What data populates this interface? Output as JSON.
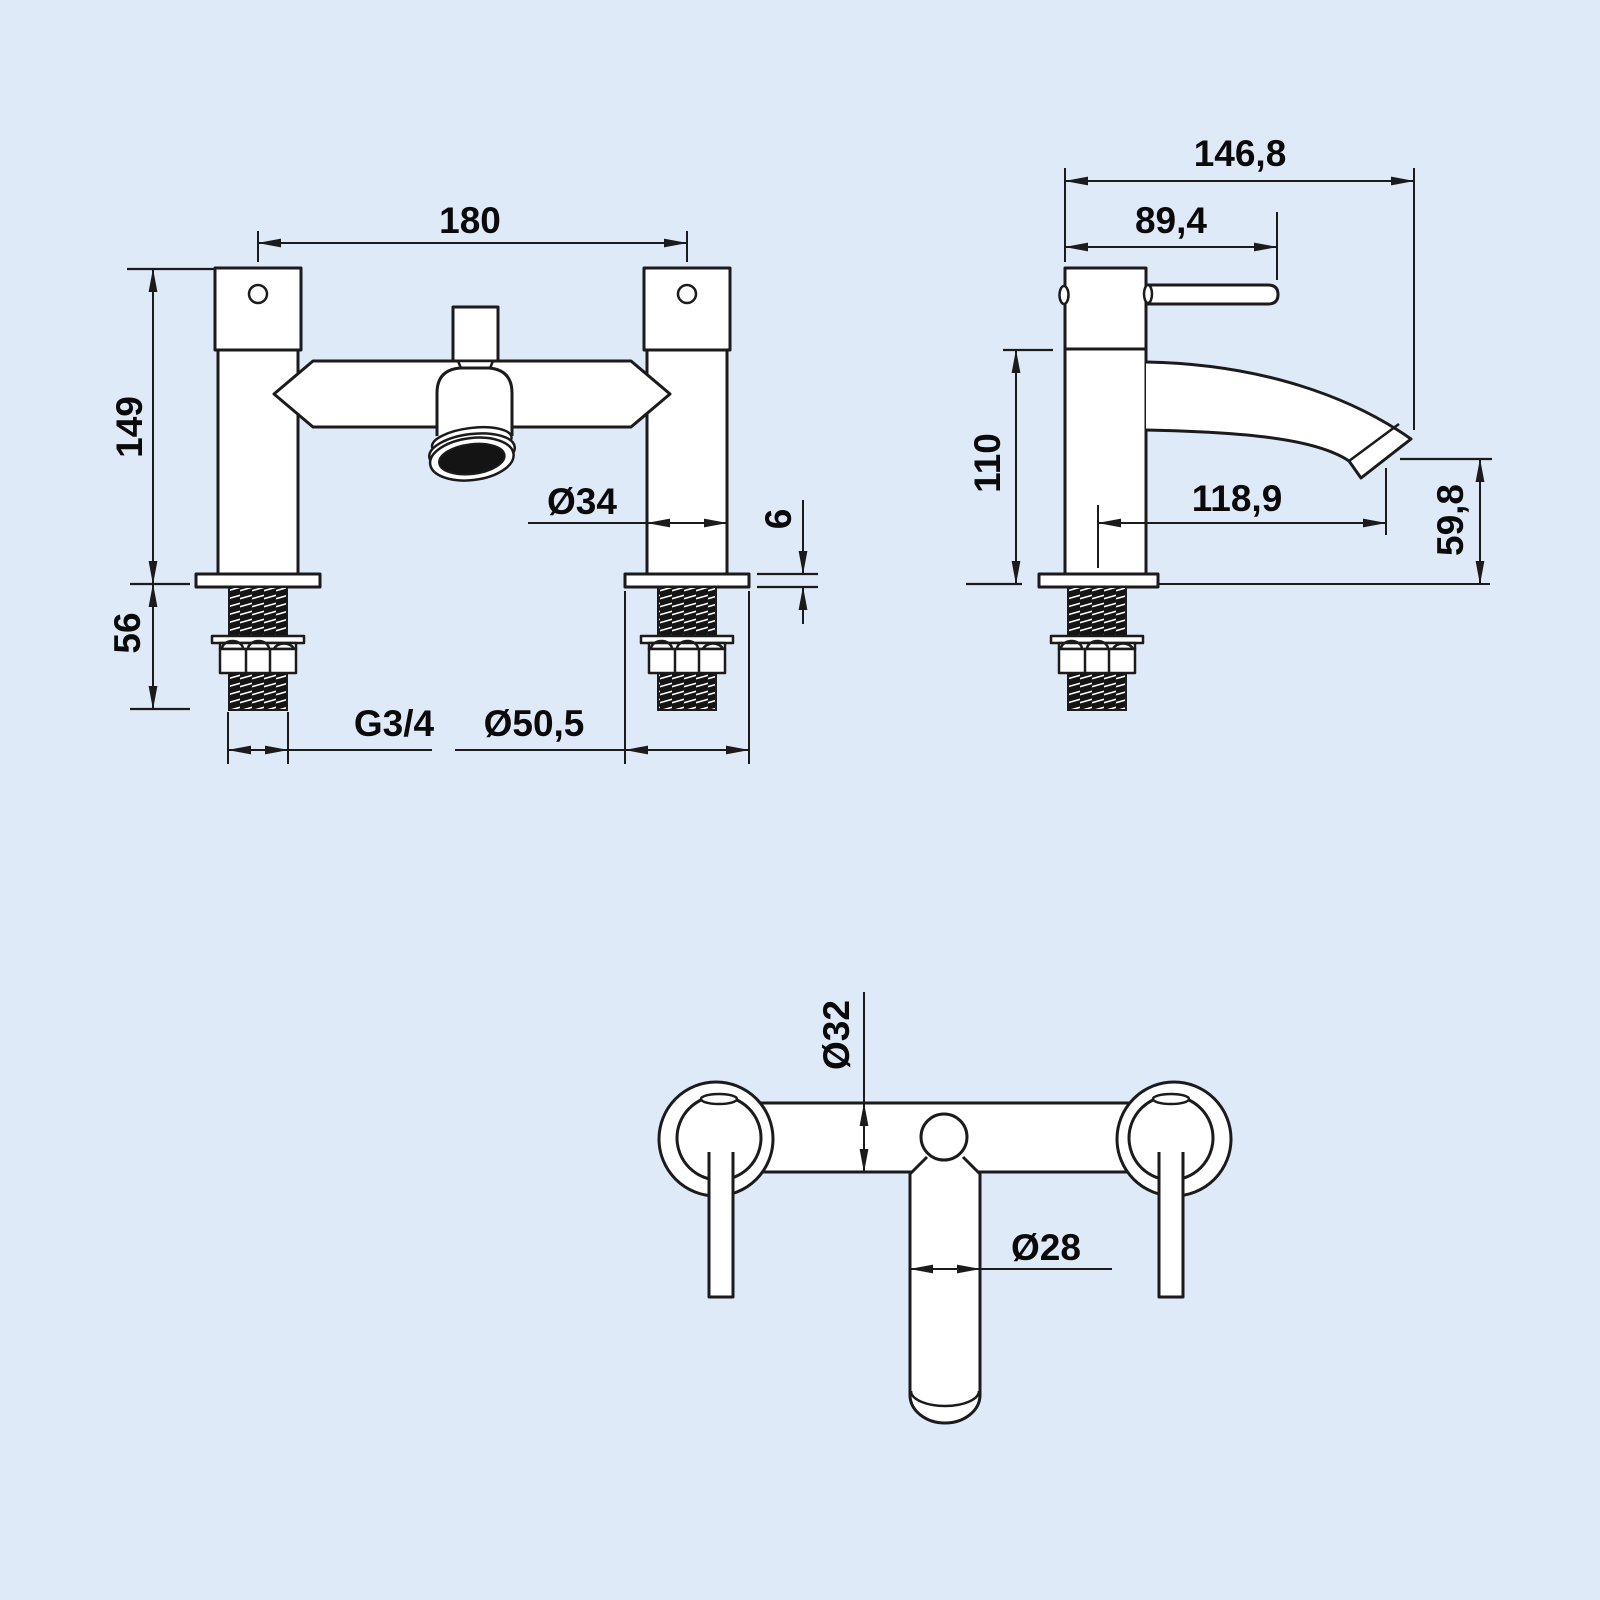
{
  "drawing": {
    "background_color": "#dfeaf8",
    "line_color": "#1b1b1b",
    "views": {
      "front": {
        "dims": {
          "pillar_spacing": "180",
          "body_height": "149",
          "thread_length": "56",
          "pillar_diameter": "Ø34",
          "flange_thickness": "6",
          "thread_size": "G3/4",
          "flange_diameter": "Ø50,5"
        }
      },
      "side": {
        "dims": {
          "overall_depth": "146,8",
          "handle_reach": "89,4",
          "body_height": "110",
          "spout_reach": "118,9",
          "spout_outlet_height": "59,8"
        }
      },
      "top": {
        "dims": {
          "crossbar_diameter": "Ø32",
          "spout_diameter": "Ø28"
        }
      }
    }
  }
}
